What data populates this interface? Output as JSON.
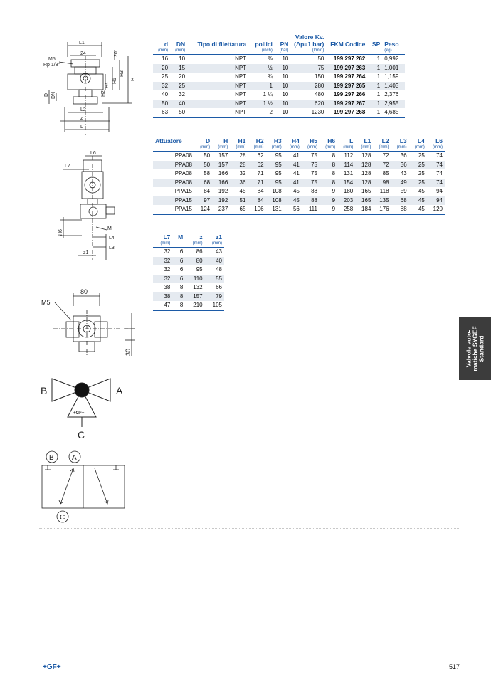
{
  "table1": {
    "headers": [
      {
        "label": "d",
        "unit": "(mm)"
      },
      {
        "label": "DN",
        "unit": "(mm)"
      },
      {
        "label": "Tipo di filettatura",
        "unit": ""
      },
      {
        "label": "pollici",
        "unit": "(inch)"
      },
      {
        "label": "PN",
        "unit": "(bar)"
      },
      {
        "label": "Valore Kv. (Δp=1 bar)",
        "unit": "(l/min)"
      },
      {
        "label": "FKM Codice",
        "unit": ""
      },
      {
        "label": "SP",
        "unit": ""
      },
      {
        "label": "Peso",
        "unit": "(kg)"
      }
    ],
    "rows": [
      [
        "16",
        "10",
        "NPT",
        "⅜",
        "10",
        "50",
        "199 297 262",
        "1",
        "0,992"
      ],
      [
        "20",
        "15",
        "NPT",
        "½",
        "10",
        "75",
        "199 297 263",
        "1",
        "1,001"
      ],
      [
        "25",
        "20",
        "NPT",
        "¾",
        "10",
        "150",
        "199 297 264",
        "1",
        "1,159"
      ],
      [
        "32",
        "25",
        "NPT",
        "1",
        "10",
        "280",
        "199 297 265",
        "1",
        "1,403"
      ],
      [
        "40",
        "32",
        "NPT",
        "1 ¼",
        "10",
        "480",
        "199 297 266",
        "1",
        "2,376"
      ],
      [
        "50",
        "40",
        "NPT",
        "1 ½",
        "10",
        "620",
        "199 297 267",
        "1",
        "2,955"
      ],
      [
        "63",
        "50",
        "NPT",
        "2",
        "10",
        "1230",
        "199 297 268",
        "1",
        "4,685"
      ]
    ]
  },
  "table2": {
    "headers": [
      {
        "label": "Attuatore",
        "unit": ""
      },
      {
        "label": "D",
        "unit": "(mm)"
      },
      {
        "label": "H",
        "unit": "(mm)"
      },
      {
        "label": "H1",
        "unit": "(mm)"
      },
      {
        "label": "H2",
        "unit": "(mm)"
      },
      {
        "label": "H3",
        "unit": "(mm)"
      },
      {
        "label": "H4",
        "unit": "(mm)"
      },
      {
        "label": "H5",
        "unit": "(mm)"
      },
      {
        "label": "H6",
        "unit": "(mm)"
      },
      {
        "label": "L",
        "unit": "(mm)"
      },
      {
        "label": "L1",
        "unit": "(mm)"
      },
      {
        "label": "L2",
        "unit": "(mm)"
      },
      {
        "label": "L3",
        "unit": "(mm)"
      },
      {
        "label": "L4",
        "unit": "(mm)"
      },
      {
        "label": "L6",
        "unit": "(mm)"
      }
    ],
    "rows": [
      [
        "PPA08",
        "50",
        "157",
        "28",
        "62",
        "95",
        "41",
        "75",
        "8",
        "112",
        "128",
        "72",
        "36",
        "25",
        "74"
      ],
      [
        "PPA08",
        "50",
        "157",
        "28",
        "62",
        "95",
        "41",
        "75",
        "8",
        "114",
        "128",
        "72",
        "36",
        "25",
        "74"
      ],
      [
        "PPA08",
        "58",
        "166",
        "32",
        "71",
        "95",
        "41",
        "75",
        "8",
        "131",
        "128",
        "85",
        "43",
        "25",
        "74"
      ],
      [
        "PPA08",
        "68",
        "166",
        "36",
        "71",
        "95",
        "41",
        "75",
        "8",
        "154",
        "128",
        "98",
        "49",
        "25",
        "74"
      ],
      [
        "PPA15",
        "84",
        "192",
        "45",
        "84",
        "108",
        "45",
        "88",
        "9",
        "180",
        "165",
        "118",
        "59",
        "45",
        "94"
      ],
      [
        "PPA15",
        "97",
        "192",
        "51",
        "84",
        "108",
        "45",
        "88",
        "9",
        "203",
        "165",
        "135",
        "68",
        "45",
        "94"
      ],
      [
        "PPA15",
        "124",
        "237",
        "65",
        "106",
        "131",
        "56",
        "111",
        "9",
        "258",
        "184",
        "176",
        "88",
        "45",
        "120"
      ]
    ]
  },
  "table3": {
    "headers": [
      {
        "label": "L7",
        "unit": "(mm)"
      },
      {
        "label": "M",
        "unit": ""
      },
      {
        "label": "z",
        "unit": "(mm)"
      },
      {
        "label": "z1",
        "unit": "(mm)"
      }
    ],
    "rows": [
      [
        "32",
        "6",
        "86",
        "43"
      ],
      [
        "32",
        "6",
        "80",
        "40"
      ],
      [
        "32",
        "6",
        "95",
        "48"
      ],
      [
        "32",
        "6",
        "110",
        "55"
      ],
      [
        "38",
        "8",
        "132",
        "66"
      ],
      [
        "38",
        "8",
        "157",
        "79"
      ],
      [
        "47",
        "8",
        "210",
        "105"
      ]
    ]
  },
  "drawing1": {
    "labels": [
      "L1",
      "24",
      "20",
      "M5",
      "Rp 1/8\"",
      "H4",
      "H5",
      "H3",
      "H",
      "H2",
      "D",
      "DN",
      "L2",
      "z",
      "L"
    ]
  },
  "drawing2": {
    "labels": [
      "L6",
      "L7",
      "H6",
      "M",
      "L4",
      "z1",
      "L3"
    ]
  },
  "drawing3": {
    "labels": [
      "80",
      "M5",
      "30"
    ]
  },
  "drawing4": {
    "labels": [
      "B",
      "A",
      "+GF+",
      "C"
    ]
  },
  "drawing5": {
    "labels": [
      "B",
      "A",
      "C"
    ]
  },
  "side_tab": [
    "Valvole auto-",
    "matiche SYGEF",
    "Standard"
  ],
  "footer": {
    "logo": "+GF+",
    "page_number": "517"
  },
  "colors": {
    "accent": "#1c5aa6",
    "stripe": "#e5eaf0",
    "tab": "#3c3c3c"
  }
}
